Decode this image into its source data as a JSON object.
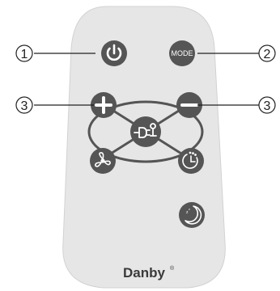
{
  "brand": "Danby",
  "brand_mark": "®",
  "buttons": {
    "mode_label": "MODE"
  },
  "callouts": [
    "1",
    "2",
    "3",
    "3"
  ],
  "icons": {
    "power": "power-icon",
    "mode": "mode-button",
    "plus": "plus-icon",
    "minus": "minus-icon",
    "plug": "plug-eco-icon",
    "fan": "fan-icon",
    "timer": "timer-icon",
    "sleep": "sleep-moon-icon"
  },
  "colors": {
    "remote_body": "#e6e6e6",
    "remote_edge": "#d2d2d2",
    "button": "#555555",
    "icon": "#ffffff",
    "line": "#222222"
  }
}
